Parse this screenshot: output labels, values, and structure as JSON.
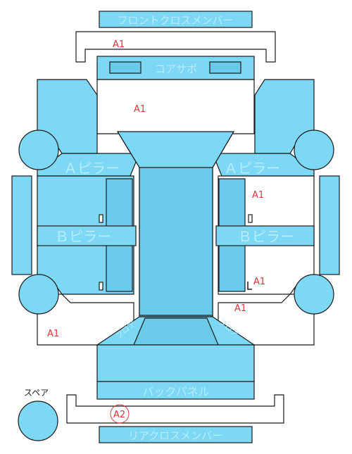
{
  "labels": {
    "front_cross_member": "フロントクロスメンバー",
    "core_support": "コアサポ",
    "a_pillar_left": "Ａピラー",
    "a_pillar_right": "Ａピラー",
    "b_pillar_left": "Ｂピラー",
    "b_pillar_right": "Ｂピラー",
    "back_panel": "バックパネル",
    "rear_cross_member": "リアクロスメンバー",
    "spare": "スペア",
    "floor_left": "フロア",
    "floor_right": "フロア"
  },
  "marks": {
    "front_member": "A1",
    "core_area": "A1",
    "right_front_door": "A1",
    "right_rear_door": "A1",
    "right_rear_fender": "A1",
    "left_rear_fender": "A1",
    "rear_member": "A2"
  },
  "colors": {
    "panel": "#7dd8f5",
    "panel_dark": "#6ccbeb",
    "label_text": "#b9ecfb",
    "damage_mark": "#e0343a"
  }
}
